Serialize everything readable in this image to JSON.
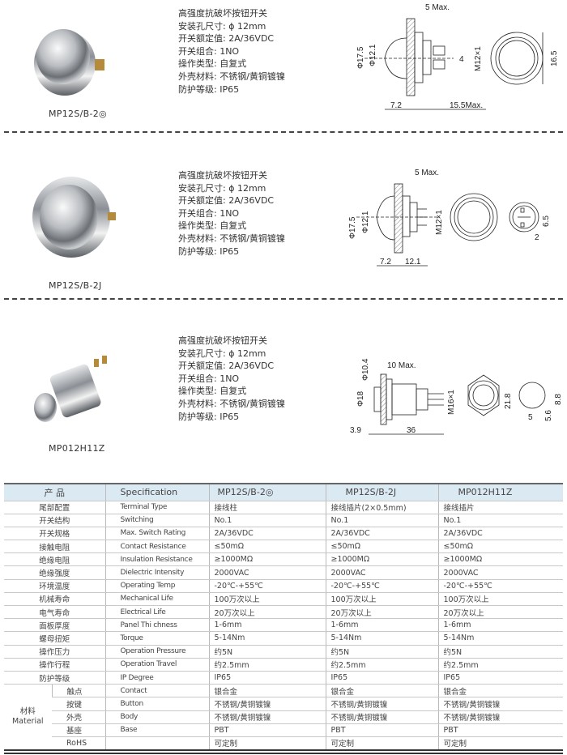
{
  "products": [
    {
      "model": "MP12S/B-2◎",
      "specs": [
        "高强度抗破坏按钮开关",
        "安装孔尺寸: ϕ 12mm",
        "开关额定值: 2A/36VDC",
        "开关组合: 1NO",
        "操作类型: 自复式",
        "外壳材料: 不锈钢/黄铜镀镍",
        "防护等级: IP65"
      ],
      "dims": [
        "5 Max.",
        "Φ17.5",
        "Φ12.1",
        "4",
        "M12×1",
        "16.5",
        "7.2",
        "15.5Max."
      ]
    },
    {
      "model": "MP12S/B-2J",
      "specs": [
        "高强度抗破坏按钮开关",
        "安装孔尺寸: ϕ 12mm",
        "开关额定值: 2A/36VDC",
        "开关组合: 1NO",
        "操作类型: 自复式",
        "外壳材料: 不锈钢/黄铜镀镍",
        "防护等级: IP65"
      ],
      "dims": [
        "5 Max.",
        "Φ17.5",
        "Φ12.1",
        "M12×1",
        "7.2",
        "12.1",
        "6.5",
        "2"
      ]
    },
    {
      "model": "MP012H11Z",
      "specs": [
        "高强度抗破坏按钮开关",
        "安装孔尺寸: ϕ 12mm",
        "开关额定值: 2A/36VDC",
        "开关组合: 1NO",
        "操作类型: 自复式",
        "外壳材料: 不锈钢/黄铜镀镍",
        "防护等级: IP65"
      ],
      "dims": [
        "10 Max.",
        "Φ10.4",
        "Φ18",
        "M16×1",
        "3.9",
        "36",
        "21.8",
        "8.8",
        "5.6",
        "5"
      ]
    }
  ],
  "table": {
    "header": [
      "产 品",
      "Specification",
      "MP12S/B-2◎",
      "MP12S/B-2J",
      "MP012H11Z"
    ],
    "rows": [
      [
        "尾部配置",
        "Terminal Type",
        "接线柱",
        "接线插片(2×0.5mm)",
        "接线插片"
      ],
      [
        "开关结构",
        "Switching",
        "No.1",
        "No.1",
        "No.1"
      ],
      [
        "开关规格",
        "Max. Switch Rating",
        "2A/36VDC",
        "2A/36VDC",
        "2A/36VDC"
      ],
      [
        "接触电阻",
        "Contact Resistance",
        "≤50mΩ",
        "≤50mΩ",
        "≤50mΩ"
      ],
      [
        "绝缘电阻",
        "Insulation Resistance",
        "≥1000MΩ",
        "≥1000MΩ",
        "≥1000MΩ"
      ],
      [
        "绝缘强度",
        "Dielectric Intensity",
        "2000VAC",
        "2000VAC",
        "2000VAC"
      ],
      [
        "环境温度",
        "Operating Temp",
        "-20℃-+55℃",
        "-20℃-+55℃",
        "-20℃-+55℃"
      ],
      [
        "机械寿命",
        "Mechanical Life",
        "100万次以上",
        "100万次以上",
        "100万次以上"
      ],
      [
        "电气寿命",
        "Electrical Life",
        "20万次以上",
        "20万次以上",
        "20万次以上"
      ],
      [
        "面板厚度",
        "Panel Thi chness",
        "1-6mm",
        "1-6mm",
        "1-6mm"
      ],
      [
        "螺母扭矩",
        "Torque",
        "5-14Nm",
        "5-14Nm",
        "5-14Nm"
      ],
      [
        "操作压力",
        "Operation Pressure",
        "约5N",
        "约5N",
        "约5N"
      ],
      [
        "操作行程",
        "Operation Travel",
        "约2.5mm",
        "约2.5mm",
        "约2.5mm"
      ],
      [
        "防护等级",
        "IP Degree",
        "IP65",
        "IP65",
        "IP65"
      ]
    ],
    "material": {
      "label_cn": "材料",
      "label_en": "Material",
      "rows": [
        [
          "触点",
          "Contact",
          "银合金",
          "银合金",
          "银合金"
        ],
        [
          "按键",
          "Button",
          "不锈钢/黄铜镀镍",
          "不锈钢/黄铜镀镍",
          "不锈钢/黄铜镀镍"
        ],
        [
          "外壳",
          "Body",
          "不锈钢/黄铜镀镍",
          "不锈钢/黄铜镀镍",
          "不锈钢/黄铜镀镍"
        ],
        [
          "基座",
          "Base",
          "PBT",
          "PBT",
          "PBT"
        ],
        [
          "RoHS",
          "",
          "可定制",
          "可定制",
          "可定制"
        ]
      ]
    }
  }
}
